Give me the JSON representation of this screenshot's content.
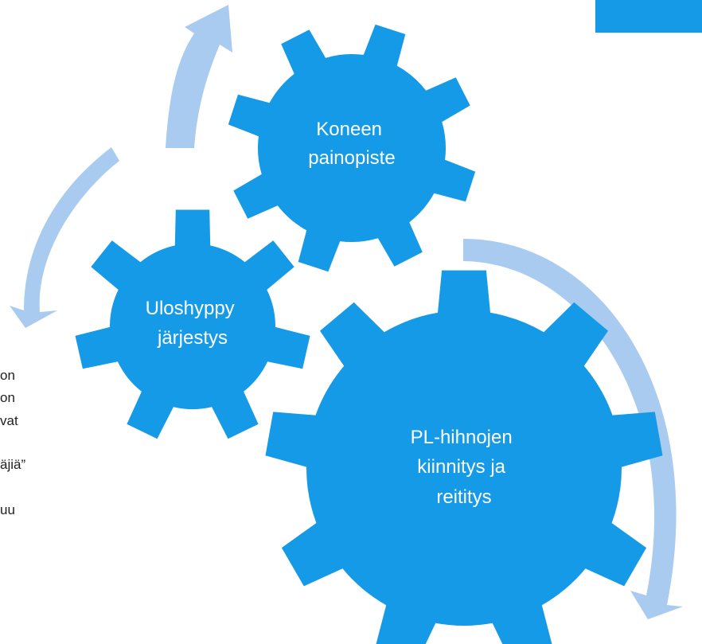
{
  "colors": {
    "gear": "#159AE7",
    "arrow": "#A9CBF0",
    "label": "#ffffff",
    "body_text": "#1f1f1f",
    "accent_box": "#159AE7"
  },
  "gears": {
    "top": {
      "label_lines": [
        "Koneen",
        "painopiste"
      ]
    },
    "left": {
      "label_lines": [
        "Uloshyppy",
        "järjestys"
      ]
    },
    "right": {
      "label_lines": [
        "PL-hihnojen",
        "kiinnitys ja",
        "reititys"
      ]
    }
  },
  "partial_text_lines": [
    "on",
    "on",
    "vat",
    "äjiä”",
    "uu"
  ]
}
